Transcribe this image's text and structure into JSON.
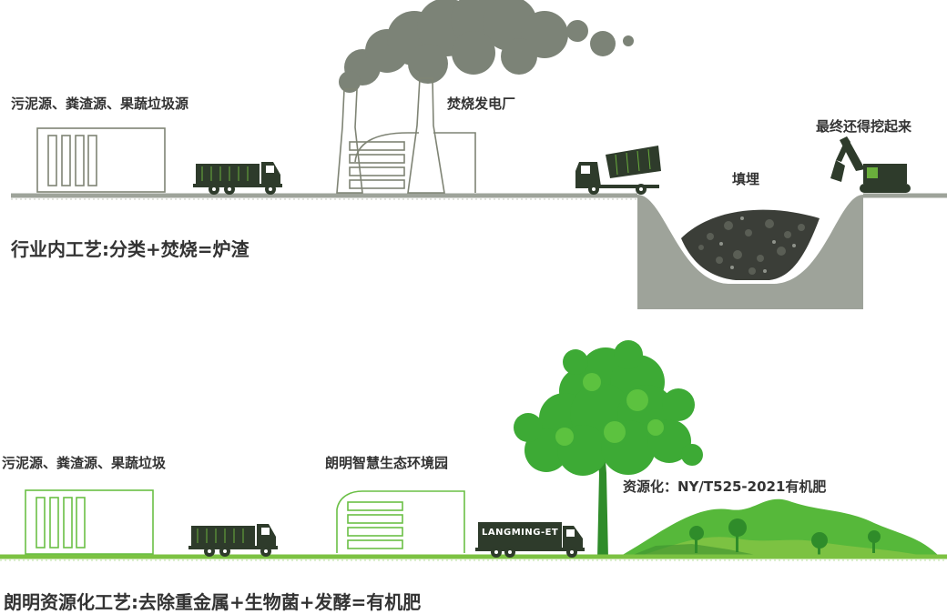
{
  "top": {
    "sources_label": "污泥源、粪渣源、果蔬垃圾源",
    "plant_label": "焚烧发电厂",
    "landfill_label": "填埋",
    "dig_label": "最终还得挖起来",
    "process_label": "行业内工艺:分类+焚烧=炉渣"
  },
  "bottom": {
    "sources_label": "污泥源、粪渣源、果蔬垃圾",
    "park_label": "朗明智慧生态环境园",
    "truck_text": "LANGMING-ET",
    "product_label": "资源化：NY/T525-2021有机肥",
    "process_label": "朗明资源化工艺:去除重金属+生物菌+发酵=有机肥"
  },
  "colors": {
    "ground_gray": "#9ea39a",
    "ground_green": "#7cc242",
    "outline_gray": "#7f8475",
    "outline_green": "#6abf45",
    "smoke": "#7c8377",
    "tree": "#3daa35",
    "truck_dark": "#2e3b2b",
    "truck_green": "#6aaf3c",
    "text": "#333333"
  }
}
